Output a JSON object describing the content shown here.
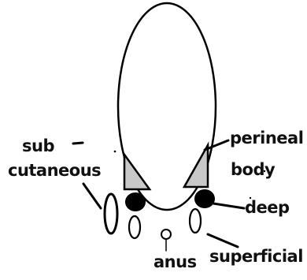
{
  "labels": {
    "sub": "sub",
    "cutaneous": "cutaneous",
    "perineal": "perineal",
    "body": "body",
    "deep": "deep",
    "superficial": "superficial",
    "anus": "anus"
  },
  "colors": {
    "outline": "#000000",
    "wedge_fill": "#c8c8c8",
    "knob_fill": "#000000",
    "background": "#ffffff"
  }
}
